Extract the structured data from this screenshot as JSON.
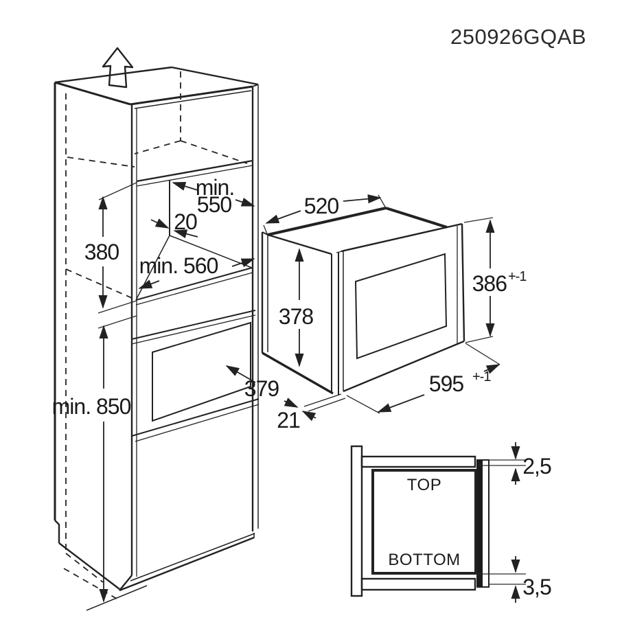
{
  "drawing_code": "250926GQAB",
  "cabinet_dims": {
    "niche_width_line1": "min.",
    "niche_width_line2": "550",
    "rear_clearance": "20",
    "niche_height": "380",
    "niche_depth": "min. 560",
    "floor_to_niche": "min. 850"
  },
  "oven_dims": {
    "depth": "520",
    "body_height": "378",
    "front_height": "386",
    "front_height_tol": "+-1",
    "front_width": "595",
    "front_width_tol": "+-1",
    "body_width": "379",
    "frame_gap": "21"
  },
  "detail_view": {
    "top_label": "TOP",
    "bottom_label": "BOTTOM",
    "top_overhang": "2,5",
    "bottom_overhang": "3,5"
  }
}
